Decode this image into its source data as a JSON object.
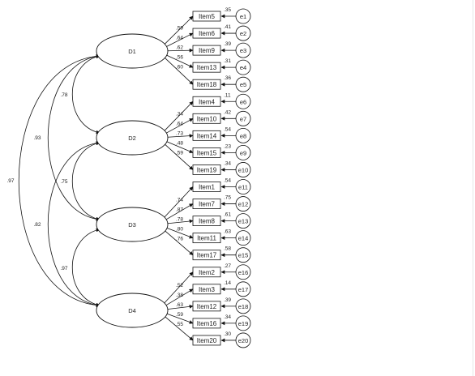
{
  "latent_factors": [
    {
      "id": "D1",
      "label": "D1"
    },
    {
      "id": "D2",
      "label": "D2"
    },
    {
      "id": "D3",
      "label": "D3"
    },
    {
      "id": "D4",
      "label": "D4"
    }
  ],
  "indicators": [
    {
      "item": "Item5",
      "factor": "D1",
      "loading": ".59",
      "r2": ".35",
      "error": "e1"
    },
    {
      "item": "Item6",
      "factor": "D1",
      "loading": ".64",
      "r2": ".41",
      "error": "e2"
    },
    {
      "item": "Item9",
      "factor": "D1",
      "loading": ".62",
      "r2": ".39",
      "error": "e3"
    },
    {
      "item": "Item13",
      "factor": "D1",
      "loading": ".56",
      "r2": ".31",
      "error": "e4"
    },
    {
      "item": "Item18",
      "factor": "D1",
      "loading": ".60",
      "r2": ".36",
      "error": "e5"
    },
    {
      "item": "Item4",
      "factor": "D2",
      "loading": ".34",
      "r2": ".11",
      "error": "e6"
    },
    {
      "item": "Item10",
      "factor": "D2",
      "loading": ".64",
      "r2": ".42",
      "error": "e7"
    },
    {
      "item": "Item14",
      "factor": "D2",
      "loading": ".73",
      "r2": ".54",
      "error": "e8"
    },
    {
      "item": "Item15",
      "factor": "D2",
      "loading": ".48",
      "r2": ".23",
      "error": "e9"
    },
    {
      "item": "Item19",
      "factor": "D2",
      "loading": ".59",
      "r2": ".34",
      "error": "e10"
    },
    {
      "item": "Item1",
      "factor": "D3",
      "loading": ".74",
      "r2": ".54",
      "error": "e11"
    },
    {
      "item": "Item7",
      "factor": "D3",
      "loading": ".87",
      "r2": ".75",
      "error": "e12"
    },
    {
      "item": "Item8",
      "factor": "D3",
      "loading": ".78",
      "r2": ".61",
      "error": "e13"
    },
    {
      "item": "Item11",
      "factor": "D3",
      "loading": ".80",
      "r2": ".63",
      "error": "e14"
    },
    {
      "item": "Item17",
      "factor": "D3",
      "loading": ".76",
      "r2": ".58",
      "error": "e15"
    },
    {
      "item": "Item2",
      "factor": "D4",
      "loading": ".52",
      "r2": ".27",
      "error": "e16"
    },
    {
      "item": "Item3",
      "factor": "D4",
      "loading": ".38",
      "r2": ".14",
      "error": "e17"
    },
    {
      "item": "Item12",
      "factor": "D4",
      "loading": ".63",
      "r2": ".39",
      "error": "e18"
    },
    {
      "item": "Item16",
      "factor": "D4",
      "loading": ".59",
      "r2": ".34",
      "error": "e19"
    },
    {
      "item": "Item20",
      "factor": "D4",
      "loading": ".55",
      "r2": ".30",
      "error": "e20"
    }
  ],
  "correlations": [
    {
      "from": "D1",
      "to": "D2",
      "value": ".78"
    },
    {
      "from": "D1",
      "to": "D3",
      "value": ".93"
    },
    {
      "from": "D1",
      "to": "D4",
      "value": ".97"
    },
    {
      "from": "D2",
      "to": "D3",
      "value": ".75"
    },
    {
      "from": "D2",
      "to": "D4",
      "value": ".82"
    },
    {
      "from": "D3",
      "to": "D4",
      "value": ".97"
    }
  ]
}
